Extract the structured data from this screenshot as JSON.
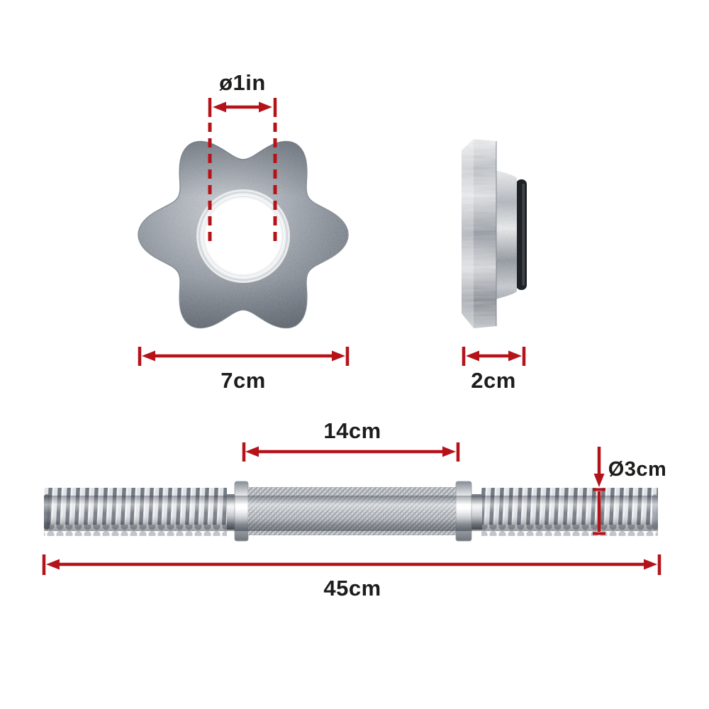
{
  "diagram": {
    "type": "product-dimension-diagram",
    "labels": {
      "hole_diameter": "ø1in",
      "collar_width": "7cm",
      "collar_depth": "2cm",
      "grip_length": "14cm",
      "bar_diameter": "Ø3cm",
      "bar_length": "45cm"
    },
    "colors": {
      "dimension_red": "#b5131a",
      "label_text": "#1d1d1b",
      "background": "#ffffff"
    }
  }
}
